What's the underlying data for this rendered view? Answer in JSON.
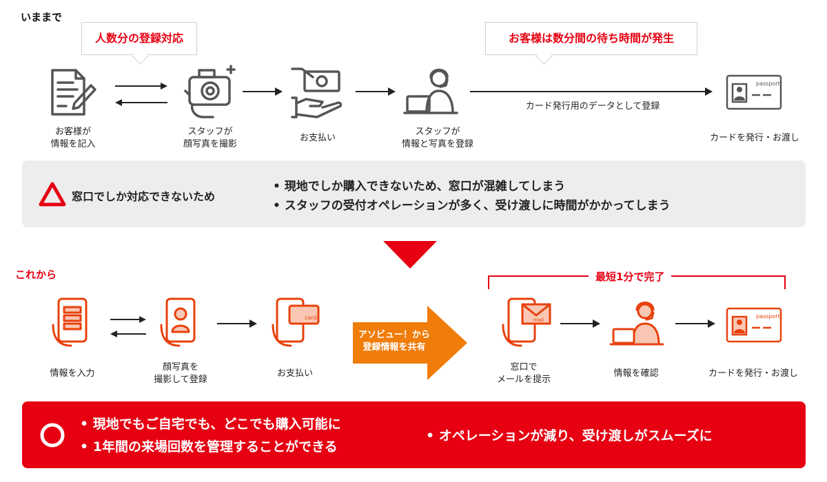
{
  "before": {
    "title": "いままで",
    "callout_left": "人数分の登録対応",
    "callout_right": "お客様は数分間の待ち時間が発生",
    "steps": [
      {
        "label": "お客様が\n情報を記入",
        "icon": "document-pen-icon"
      },
      {
        "label": "スタッフが\n顔写真を撮影",
        "icon": "camera-hand-icon"
      },
      {
        "label": "お支払い",
        "icon": "cash-payment-icon"
      },
      {
        "label": "スタッフが\n情報と写真を登録",
        "icon": "staff-laptop-icon"
      },
      {
        "label": "カードを発行・お渡し",
        "icon": "passport-card-icon"
      }
    ],
    "arrow_caption": "カード発行用のデータとして登録",
    "issue_title": "窓口でしか対応できないため",
    "issues": [
      "現地でしか購入できないため、窓口が混雑してしまう",
      "スタッフの受付オペレーションが多く、受け渡しに時間がかかってしまう"
    ]
  },
  "after": {
    "title": "これから",
    "bracket_label": "最短1分で完了",
    "share_arrow": "アソビュー！から\n登録情報を共有",
    "steps": [
      {
        "label": "情報を入力",
        "icon": "phone-form-icon"
      },
      {
        "label": "顔写真を\n撮影して登録",
        "icon": "phone-selfie-icon"
      },
      {
        "label": "お支払い",
        "icon": "phone-card-icon"
      },
      {
        "label": "窓口で\nメールを提示",
        "icon": "phone-mail-icon"
      },
      {
        "label": "情報を確認",
        "icon": "staff-laptop-icon"
      },
      {
        "label": "カードを発行・お渡し",
        "icon": "passport-card-icon"
      }
    ],
    "card_text": "passport",
    "phone_card_text": "card",
    "mail_text": "mail",
    "benefits_left": [
      "現地でもご自宅でも、どこでも購入可能に",
      "1年間の来場回数を管理することができる"
    ],
    "benefits_right": [
      "オペレーションが減り、受け渡しがスムーズに"
    ]
  },
  "colors": {
    "accent": "#e60012",
    "icon_gray": "#555555",
    "icon_red": "#e8400c",
    "share_orange": "#f07c0a",
    "box_gray": "#ededed"
  }
}
